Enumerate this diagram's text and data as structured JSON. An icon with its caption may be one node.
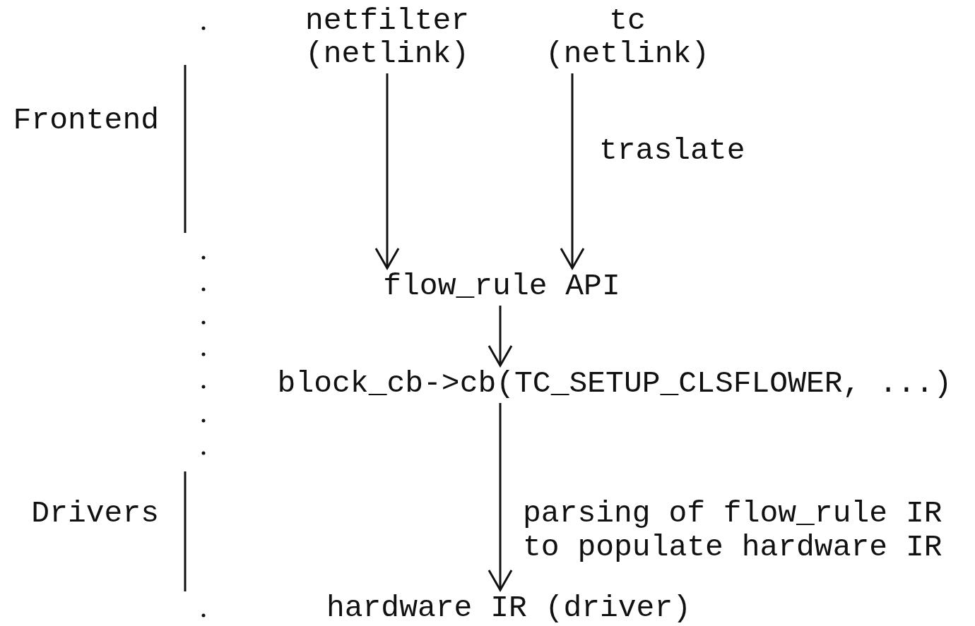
{
  "diagram": {
    "nodes": [
      {
        "text": [
          "netfilter (netlink)"
        ]
      },
      {
        "text": [
          "tc (netlink)"
        ]
      },
      {
        "text": [
          "flow_rule API"
        ]
      },
      {
        "text": [
          "block_cb->cb(TC_SETUP_CLSFLOWER, ...)"
        ]
      },
      {
        "text": [
          "hardware IR (driver)"
        ]
      }
    ],
    "edges": [
      {
        "from": 0,
        "to": 2,
        "arrow": "to"
      },
      {
        "from": 1,
        "to": 2,
        "arrow": "to",
        "label": "traslate"
      },
      {
        "from": 2,
        "to": 3,
        "arrow": "to"
      },
      {
        "from": 3,
        "to": 4,
        "arrow": "to",
        "label": "parsing of flow_rule IR to populate hardware IR"
      }
    ],
    "labels": [
      "Frontend",
      "Drivers"
    ]
  }
}
